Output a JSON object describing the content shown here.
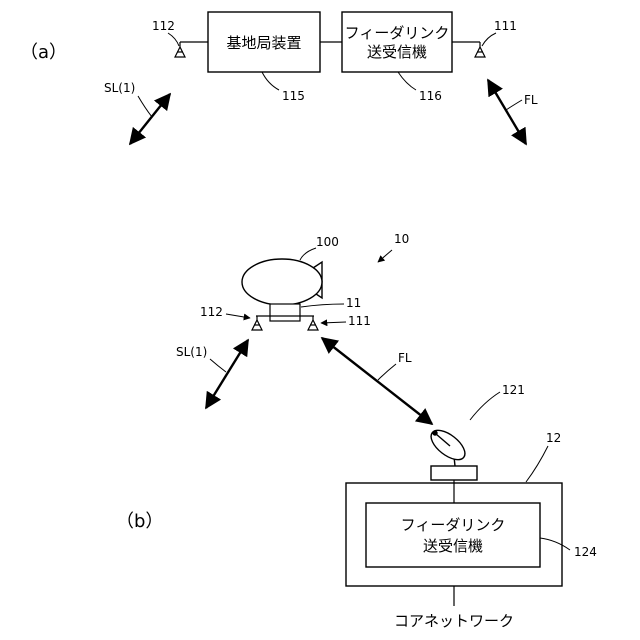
{
  "part_a": {
    "label": "（a）",
    "base_station": "基地局装置",
    "feeder_tx_line1": "フィーダリンク",
    "feeder_tx_line2": "送受信機",
    "ref_112": "112",
    "ref_111": "111",
    "ref_115": "115",
    "ref_116": "116",
    "sl_label": "SL(1)",
    "fl_label": "FL"
  },
  "part_b": {
    "label": "（b）",
    "ref_100": "100",
    "ref_10": "10",
    "ref_11": "11",
    "ref_112": "112",
    "ref_111": "111",
    "sl_label": "SL(1)",
    "fl_label": "FL",
    "ref_121": "121",
    "ref_12": "12",
    "ref_124": "124",
    "feeder_tx_line1": "フィーダリンク",
    "feeder_tx_line2": "送受信機",
    "core_network": "コアネットワーク"
  }
}
